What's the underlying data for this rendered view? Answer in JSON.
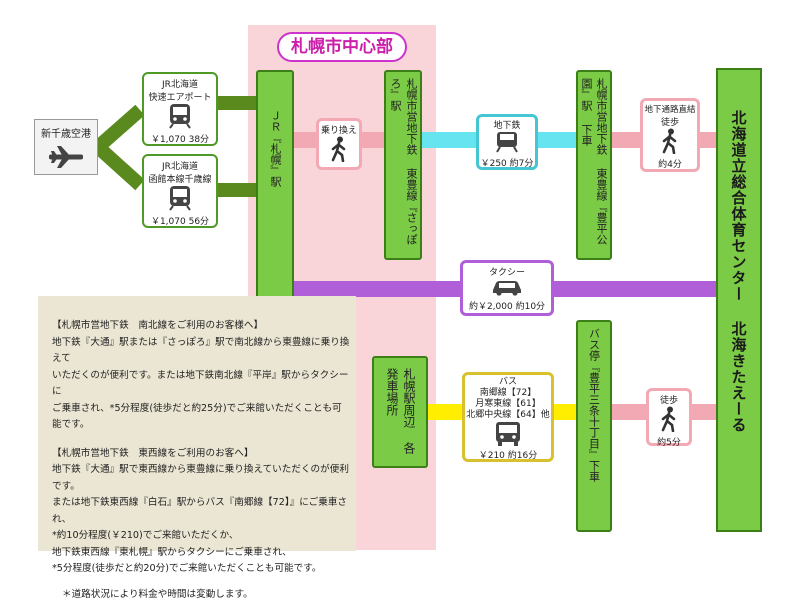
{
  "airport": {
    "label": "新千歳空港",
    "icon": "airplane-icon"
  },
  "routes": {
    "jr_rapid": {
      "line1": "JR北海道",
      "line2": "快速エアポート",
      "price": "￥1,070",
      "time": "38分",
      "icon": "train-icon"
    },
    "jr_hakodate": {
      "line1": "JR北海道",
      "line2": "函館本線千歳線",
      "price": "￥1,070",
      "time": "56分",
      "icon": "train-icon"
    }
  },
  "zone_title": "札幌市中心部",
  "jr_sapporo": "ＪＲ『札幌』駅",
  "transfer": {
    "label": "乗り換え",
    "icon": "walker-icon"
  },
  "subway_sapporo": "札幌市営地下鉄 東豊線『さっぽろ』駅",
  "subway": {
    "label": "地下鉄",
    "price": "￥250",
    "time": "約7分",
    "icon": "subway-icon"
  },
  "toyohira_koen": "札幌市営地下鉄 東豊線『豊平公園』駅 下車",
  "walk1": {
    "label1": "地下通路直結",
    "label2": "徒歩",
    "time": "約4分",
    "icon": "walker-icon"
  },
  "centre": "北海道立総合体育センター 北海きたえーる",
  "taxi": {
    "label": "タクシー",
    "price": "約￥2,000",
    "time": "約10分",
    "icon": "car-icon"
  },
  "bus_terminal": "札幌駅周辺 各発車場所",
  "bus": {
    "label": "バス",
    "line1": "南郷線【72】",
    "line2": "月寒東線【61】",
    "line3": "北郷中央線【64】他",
    "price": "￥210",
    "time": "約16分",
    "icon": "bus-icon"
  },
  "bus_stop": "バス停『豊平三条十丁目』下車",
  "walk2": {
    "label": "徒歩",
    "time": "約5分",
    "icon": "walker-icon"
  },
  "notes": {
    "nanboku_title": "【札幌市営地下鉄　南北線をご利用のお客様へ】",
    "nanboku_1": "地下鉄『大通』駅または『さっぽろ』駅で南北線から東豊線に乗り換えて",
    "nanboku_2": "いただくのが便利です。または地下鉄南北線『平岸』駅からタクシーに",
    "nanboku_3": "ご乗車され、*5分程度(徒歩だと約25分)でご来館いただくことも可能です。",
    "tozai_title": "【札幌市営地下鉄　東西線をご利用のお客へ】",
    "tozai_1": "地下鉄『大通』駅で東西線から東豊線に乗り換えていただくのが便利です。",
    "tozai_2": "または地下鉄東西線『白石』駅からバス『南郷線【72】』にご乗車され、",
    "tozai_3": "*約10分程度(￥210)でご来館いただくか、",
    "tozai_4": "地下鉄東西線『東札幌』駅からタクシーにご乗車され、",
    "tozai_5": "*5分程度(徒歩だと約20分)でご来館いただくことも可能です。",
    "footnote": "＊道路状況により料金や時間は変動します。"
  },
  "colors": {
    "green_line": "#5a8a1e",
    "green_box": "#7ccb46",
    "pink": "#f3a9b3",
    "cyan": "#66e5f0",
    "purple": "#b15fd8",
    "yellow": "#ffee00",
    "zone": "#f9d4d8",
    "title_magenta": "#cc1faa"
  }
}
